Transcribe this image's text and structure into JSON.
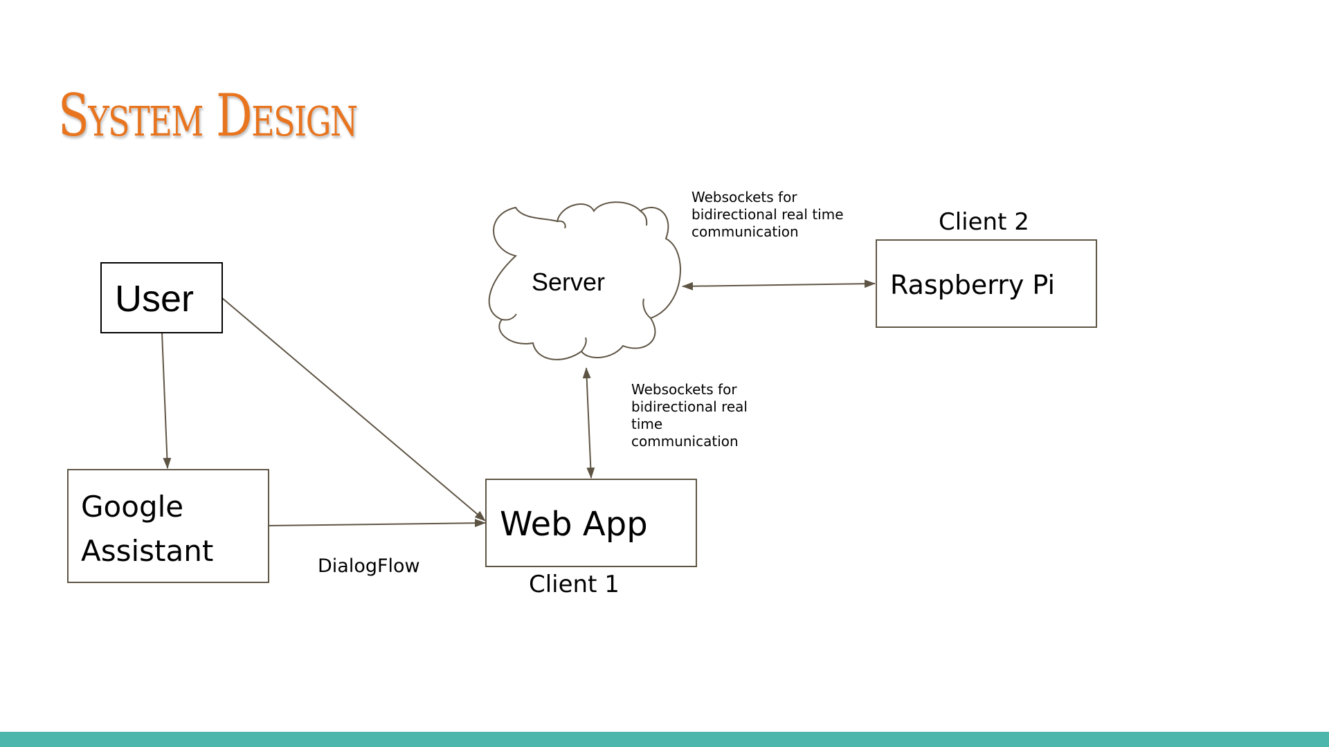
{
  "slide": {
    "title": "System Design"
  },
  "diagram": {
    "nodes": {
      "user": {
        "label": "User"
      },
      "google_assistant": {
        "label_line1": "Google",
        "label_line2": "Assistant"
      },
      "web_app": {
        "label": "Web App",
        "caption": "Client 1"
      },
      "server": {
        "label": "Server"
      },
      "raspberry_pi": {
        "label": "Raspberry Pi",
        "caption": "Client 2"
      }
    },
    "edges": {
      "assistant_to_webapp": {
        "label": "DialogFlow"
      },
      "server_to_pi": {
        "label_line1": "Websockets for",
        "label_line2": "bidirectional real time",
        "label_line3": "communication"
      },
      "server_to_webapp": {
        "label_line1": "Websockets for",
        "label_line2": "bidirectional real",
        "label_line3": "time",
        "label_line4": "communication"
      }
    }
  },
  "colors": {
    "title": "#e8741e",
    "stroke": "#5e5444",
    "node_border": "#000000",
    "bottom_bar": "#4db6ac",
    "text": "#000000"
  }
}
